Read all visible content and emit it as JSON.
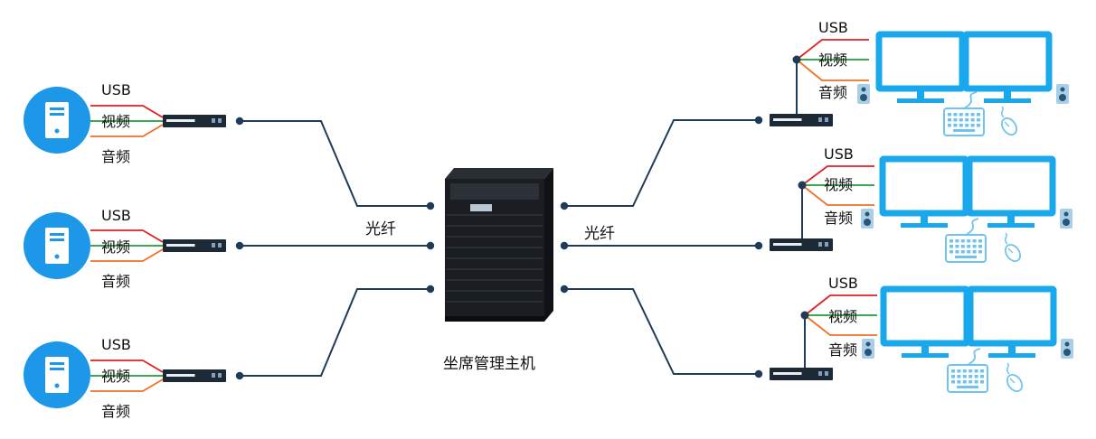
{
  "labels": {
    "usb": "USB",
    "video": "视频",
    "audio": "音频",
    "fiber_left": "光纤",
    "fiber_right": "光纤",
    "host": "坐席管理主机"
  },
  "colors": {
    "line_dark": "#1f3b57",
    "usb_red": "#e02020",
    "video_green": "#1e9e3a",
    "audio_orange": "#f07028",
    "pc_blue": "#1d97e8",
    "monitor_blue": "#1aa8ec",
    "peripheral_blue": "#6fc4ef",
    "extender_dark": "#1d2a36",
    "rack_dark": "#1a1d22"
  },
  "icons": {
    "computer": "pc-tower-icon",
    "extender": "kvm-extender-icon",
    "host": "server-rack-icon",
    "monitor": "dual-monitor-icon",
    "speaker": "speaker-icon",
    "keyboard": "keyboard-icon",
    "mouse": "mouse-icon"
  }
}
